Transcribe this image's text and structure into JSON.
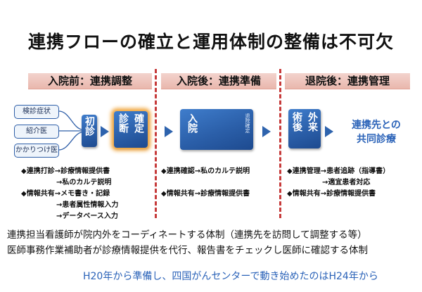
{
  "title": "連携フローの確立と運用体制の整備は不可欠",
  "phases": [
    {
      "label": "入院前：連携調整"
    },
    {
      "label": "入院後：連携準備"
    },
    {
      "label": "退院後：連携管理"
    }
  ],
  "sources": [
    "検診症状",
    "紹介医",
    "かかりつけ医"
  ],
  "blocks": {
    "shoshin": "初診",
    "shindan": "診断",
    "kakutei": "確定",
    "nyuin": "入院",
    "nyuin_sub": "退院確定",
    "gairai": "外来",
    "jutsugo": "術後"
  },
  "outcome": {
    "line1": "連携先との",
    "line2": "共同診療"
  },
  "notes": {
    "phase1": "◆連携打診→診療情報提供書\n　　　　　→私のカルテ説明\n◆情報共有→メモ書き・記録\n　　　　　→患者属性情報入力\n　　　　　→データベース入力",
    "phase2": "◆連携確認→私のカルテ説明\n\n◆情報共有→診療情報提供書",
    "phase3": "◆連携管理→患者追跡（指導書）\n　　　　　→適宜患者対応\n◆情報共有→診療情報提供書"
  },
  "bottom_lines": [
    "連携担当看護師が院内外をコーディネートする体制（連携先を訪問して調整する等）",
    "医師事務作業補助者が診療情報提供を代行、報告書をチェックし医師に確認する体制"
  ],
  "footer": "H20年から準備し、四国がんセンターで動き始めたのはH24年から",
  "colors": {
    "block_blue": "#2b5fa9",
    "phase_band": "#efc4bc",
    "divider_red": "#c63a3a",
    "footer_blue": "#2a62b8",
    "glow_orange": "#f0a43a"
  }
}
